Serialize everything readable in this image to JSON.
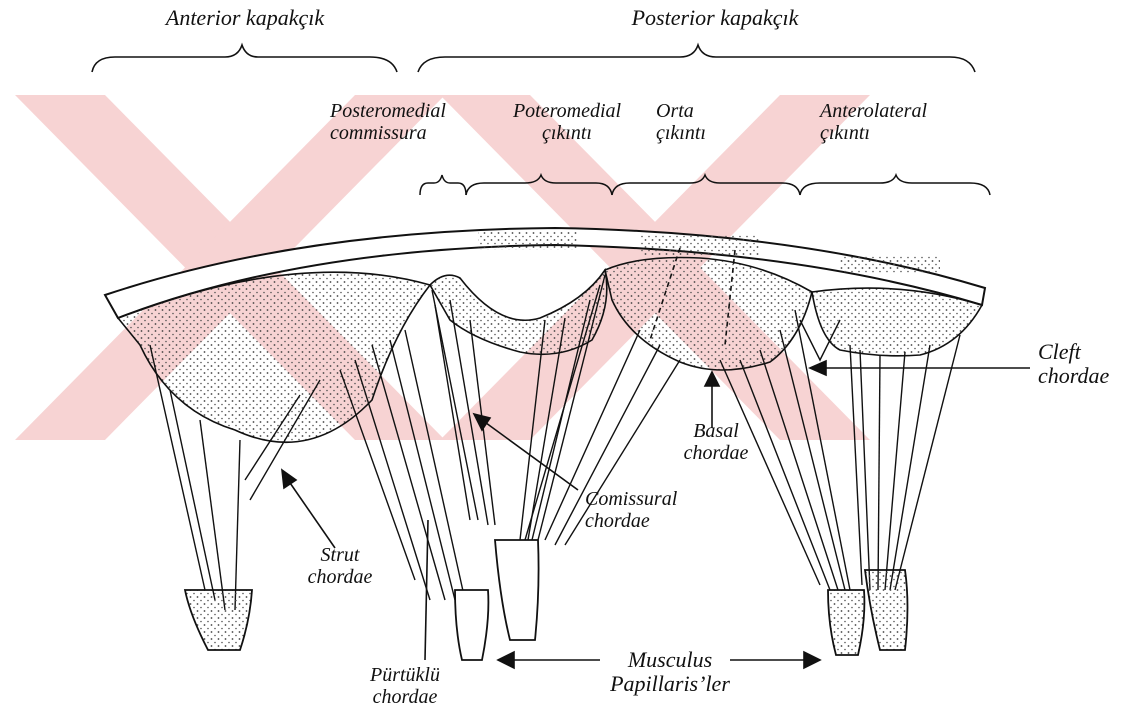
{
  "headers": {
    "anterior": "Anterior kapakçık",
    "posterior": "Posterior kapakçık"
  },
  "subheaders": {
    "posteromedial_commissura": [
      "Posteromedial",
      "commissura"
    ],
    "poteromedial_cikinti": [
      "Poteromedial",
      "çıkıntı"
    ],
    "orta_cikinti": [
      "Orta",
      "çıkıntı"
    ],
    "anterolateral_cikinti": [
      "Anterolateral",
      "çıkıntı"
    ]
  },
  "callouts": {
    "cleft": [
      "Cleft",
      "chordae"
    ],
    "basal": [
      "Basal",
      "chordae"
    ],
    "comissural": [
      "Comissural",
      "chordae"
    ],
    "strut": [
      "Strut",
      "chordae"
    ],
    "purtuklu": [
      "Pürtüklü",
      "chordae"
    ],
    "musculus": [
      "Musculus",
      "Papillaris’ler"
    ]
  },
  "colors": {
    "ink": "#111111",
    "watermark": "#f6cccc",
    "stipple": "#555555"
  }
}
